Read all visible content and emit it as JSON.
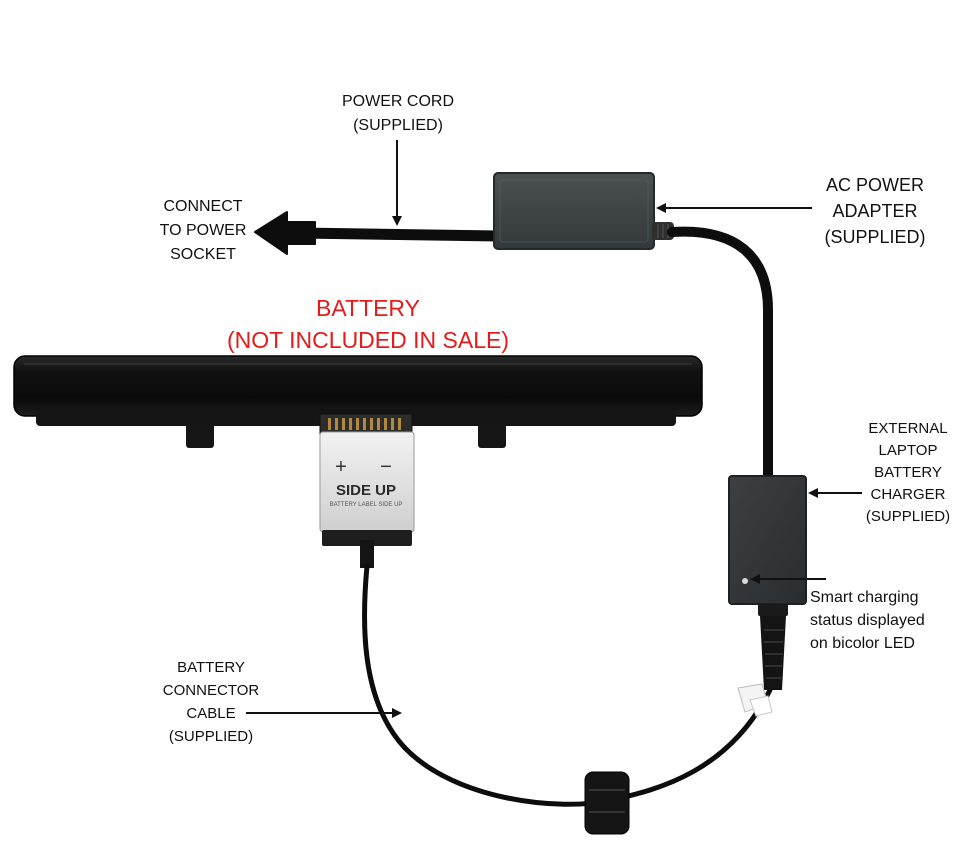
{
  "colors": {
    "background": "#ffffff",
    "text": "#111111",
    "highlight_red": "#e51b1b",
    "device_dark": "#3b3f41",
    "battery_black": "#161616",
    "connector_grey": "#e0e0e0",
    "cable": "#0d0d0d"
  },
  "labels": {
    "power_cord": [
      "POWER CORD",
      "(SUPPLIED)"
    ],
    "power_socket": [
      "CONNECT",
      "TO POWER",
      "SOCKET"
    ],
    "ac_adapter": [
      "AC POWER",
      "ADAPTER",
      "(SUPPLIED)"
    ],
    "battery": [
      "BATTERY",
      "(NOT INCLUDED IN SALE)"
    ],
    "charger": [
      "EXTERNAL",
      "LAPTOP",
      "BATTERY",
      "CHARGER",
      "(SUPPLIED)"
    ],
    "led": [
      "Smart charging",
      "status displayed",
      "on bicolor LED"
    ],
    "connector_cable": [
      "BATTERY",
      "CONNECTOR",
      "CABLE",
      "(SUPPLIED)"
    ]
  },
  "connector": {
    "plus": "+",
    "minus": "−",
    "side_up": "SIDE UP",
    "sub": "BATTERY LABEL SIDE UP"
  },
  "icons": {
    "socket_arrow": "arrow-left-icon",
    "pointer_arrows": "arrow-icon",
    "led": "led-icon"
  }
}
